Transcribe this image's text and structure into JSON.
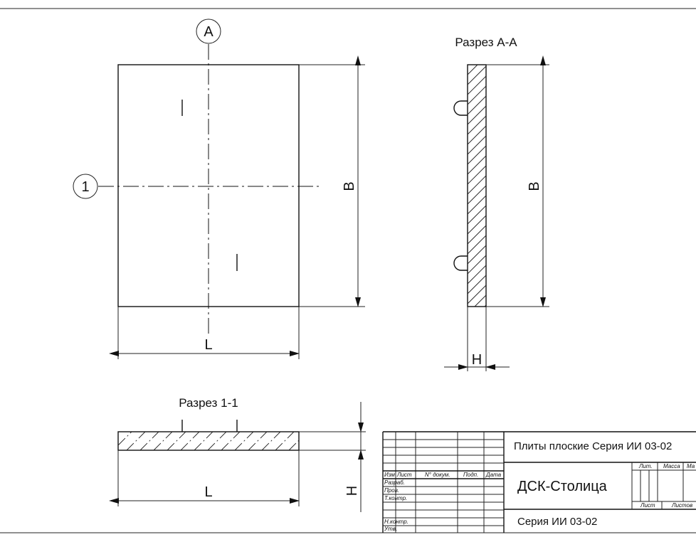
{
  "view_top": {
    "axis_a_label": "A",
    "axis_1_label": "1",
    "width_label": "L",
    "height_label": "B"
  },
  "section_aa": {
    "title": "Разрез А-А",
    "height_label": "B",
    "thickness_label": "H"
  },
  "section_11": {
    "title": "Разрез 1-1",
    "width_label": "L",
    "thickness_label": "H"
  },
  "title_block": {
    "header_labels": [
      "Изм",
      "Лист",
      "N° докум.",
      "Подп.",
      "Дата"
    ],
    "role_labels": [
      "Разраб.",
      "Пров.",
      "Т.контр.",
      "Н.контр.",
      "Утв."
    ],
    "product_title": "Плиты плоские Серия ИИ 03-02",
    "organization": "ДСК-Столица",
    "series": "Серия ИИ 03-02",
    "lit_label": "Лит.",
    "mass_label": "Масса",
    "scale_label": "Ма",
    "sheet_label": "Лист",
    "sheets_label": "Листов"
  }
}
